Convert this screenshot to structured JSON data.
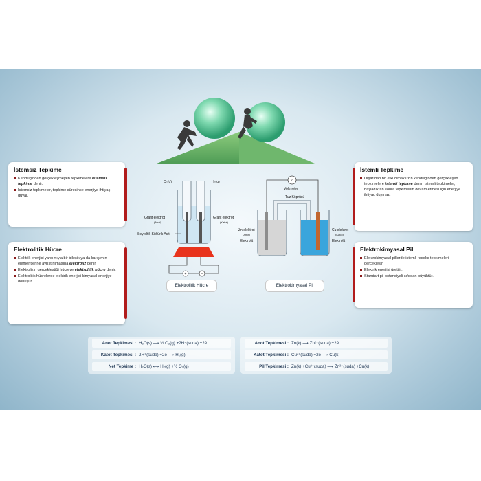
{
  "istemsiz": {
    "title": "İstemsiz Tepkime",
    "b1_pre": "Kendiliğinden gerçekleşmeyen tepkimelere ",
    "b1_em": "istemsiz tepkime",
    "b1_post": " denir.",
    "b2": "İstemsiz tepkimeler, tepkime süresince enerjiye ihtiyaç duyar."
  },
  "elektrolitik": {
    "title": "Elektrolitik Hücre",
    "b1_pre": "Elektrik enerjisi yardımıyla bir bileşik ya da karışımın elementlerine ayrıştırılmasına ",
    "b1_em": "elektroliz",
    "b1_post": " denir.",
    "b2_pre": "Elektrolizin gerçekleştiği hücreye ",
    "b2_em": "elektrolitik hücre",
    "b2_post": " denir.",
    "b3": "Elektrolitik hücrelerde elektrik enerjisi kimyasal enerjiye dönüşür."
  },
  "istemli": {
    "title": "İstemli Tepkime",
    "b1_pre": "Dışarıdan bir etki olmaksızın kendiliğinden gerçekleşen tepkimelere ",
    "b1_em": "istemli tepkime",
    "b1_post": " denir. İstemli tepkimeler, başladıktan sonra tepkimenin devam etmesi için enerjiye ihtiyaç duymaz."
  },
  "elektrokimyasal": {
    "title": "Elektrokimyasal Pil",
    "b1": "Elektrokimyasal pillerde istemli redoks tepkimeleri gerçekleşir.",
    "b2": "Elektrik enerjisi üretilir.",
    "b3": "Standart pil potansiyeli sıfırdan büyüktür."
  },
  "cell_left": {
    "caption": "Elektrolitik Hücre",
    "o2": "O₂(g)",
    "h2": "H₂(g)",
    "anot1": "Grafit elektrot",
    "anot2": "(Anot)",
    "katot1": "Grafit elektrot",
    "katot2": "(Katot)",
    "acid": "Seyreltik Sülfürik Asit",
    "plus": "+",
    "minus": "−"
  },
  "cell_right": {
    "caption": "Elektrokimyasal Pil",
    "voltmeter_symbol": "V",
    "voltmeter": "Voltmetre",
    "bridge": "Tuz Köprüsü",
    "zn1": "Zn elektrot",
    "zn2": "(Anot)",
    "electrolyte_left": "Elektrolit",
    "cu1": "Cu elektrot",
    "cu2": "(Katot)",
    "electrolyte_right": "Elektrolit"
  },
  "equations_left": [
    {
      "label": "Anot Tepkimesi :",
      "value": "H₂O(s) ⟶ ½ O₂(g) +2H⁺(suda) +2ē"
    },
    {
      "label": "Katot Tepkimesi :",
      "value": "2H⁺(suda) +2ē ⟶ H₂(g)"
    },
    {
      "label": "Net Tepkime :",
      "value": "H₂O(s) ⟷ H₂(g) +½ O₂(g)"
    }
  ],
  "equations_right": [
    {
      "label": "Anot Tepkimesi :",
      "value": "Zn(k) ⟶ Zn²⁺(suda) +2ē"
    },
    {
      "label": "Katot Tepkimesi :",
      "value": "Cu²⁺(suda) +2ē ⟶ Cu(k)"
    },
    {
      "label": "Pil Tepkimesi :",
      "value": "Zn(k) +Cu²⁺(suda) ⟷ Zn²⁺(suda) +Cu(k)"
    }
  ],
  "colors": {
    "accent_red": "#b11c1c",
    "hill_green": "#6bb36b",
    "sphere": "#5fc79a",
    "cu_solution": "#3aa5dc"
  }
}
